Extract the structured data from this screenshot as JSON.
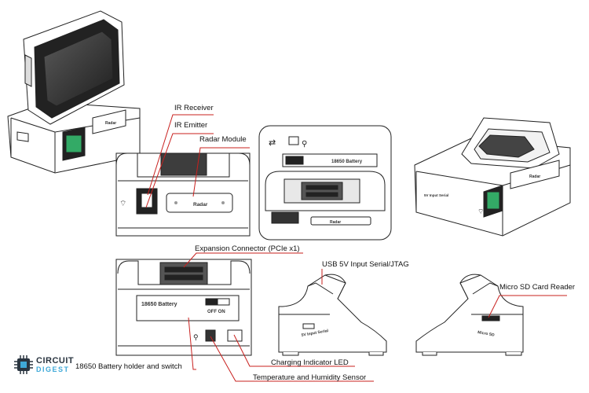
{
  "labels": {
    "ir_receiver": "IR Receiver",
    "ir_emitter": "IR Emitter",
    "radar_module": "Radar Module",
    "expansion_connector": "Expansion Connector (PCIe x1)",
    "usb_input": "USB 5V Input Serial/JTAG",
    "micro_sd": "Micro SD Card Reader",
    "charging_led": "Charging Indicator LED",
    "battery_holder": "18650 Battery holder and switch",
    "temp_humidity": "Temperature and Humidity Sensor"
  },
  "device_text": {
    "radar": "Radar",
    "battery": "18650 Battery",
    "off_on": "OFF  ON",
    "usb_side": "5V Input Serial",
    "microsd_side": "Micro SD",
    "right_usb": "5V Input Serial"
  },
  "logo": {
    "line1": "CIRCUIT",
    "line2": "DIGEST"
  },
  "colors": {
    "leader": "#c8201e",
    "stroke": "#222222",
    "screen": "#2a2a2a"
  }
}
